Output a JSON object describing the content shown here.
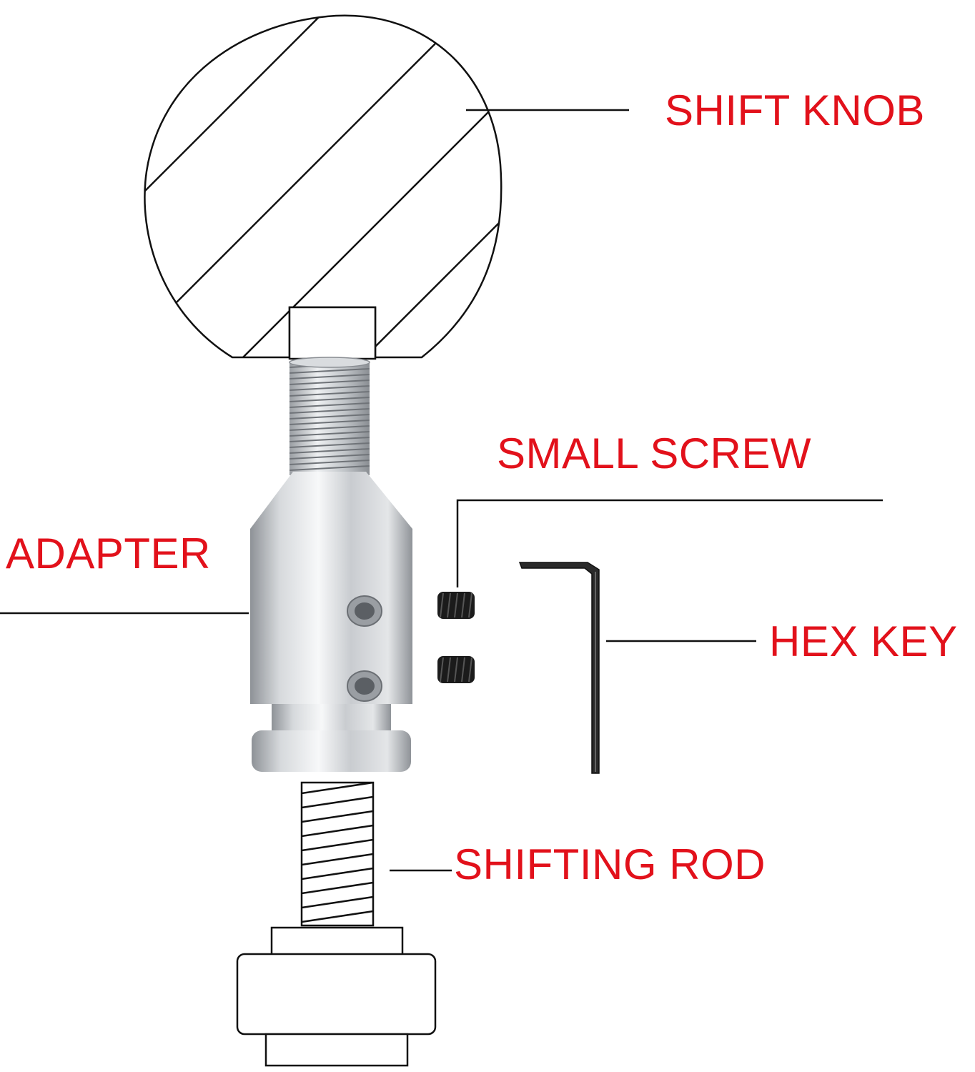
{
  "colors": {
    "label": "#e2111b",
    "outline": "#111111",
    "metal": "#c8cbcf",
    "screw": "#1b1b1b"
  },
  "labels": {
    "shift_knob": "SHIFT KNOB",
    "small_screw": "SMALL SCREW",
    "adapter": "ADAPTER",
    "hex_key": "HEX KEY",
    "shifting_rod": "SHIFTING ROD"
  }
}
